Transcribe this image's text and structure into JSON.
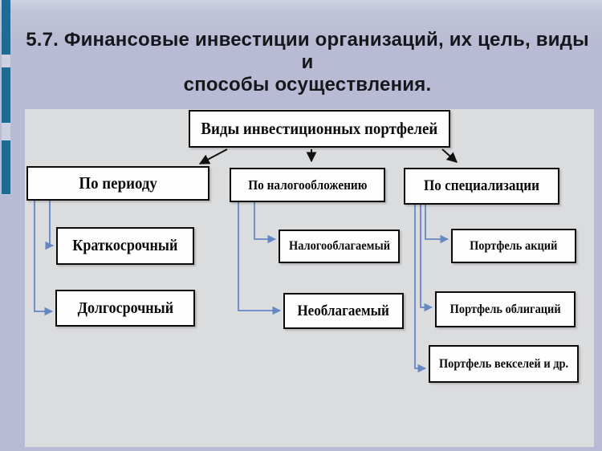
{
  "slide": {
    "title_lines": [
      "5.7. Финансовые инвестиции организаций, их цель, виды и",
      "способы осуществления."
    ]
  },
  "diagram": {
    "root": {
      "label": "Виды инвестиционных портфелей"
    },
    "categories": [
      {
        "label": "По периоду"
      },
      {
        "label": "По налогообложению"
      },
      {
        "label": "По специализации"
      }
    ],
    "period_children": [
      {
        "label": "Краткосрочный"
      },
      {
        "label": "Долгосрочный"
      }
    ],
    "tax_children": [
      {
        "label": "Налогооблагаемый"
      },
      {
        "label": "Необлагаемый"
      }
    ],
    "spec_children": [
      {
        "label": "Портфель акций"
      },
      {
        "label": "Портфель облигаций"
      },
      {
        "label": "Портфель векселей  и др."
      }
    ]
  },
  "colors": {
    "slide_background": "#b8bbd3",
    "accent_bar": "#1e6b95",
    "diagram_panel": "#dbdcde",
    "node_background": "#fefefe",
    "node_border": "#0b0b0b",
    "black_arrow": "#111111",
    "blue_connector": "#6588c2",
    "title_text": "#17171b"
  }
}
